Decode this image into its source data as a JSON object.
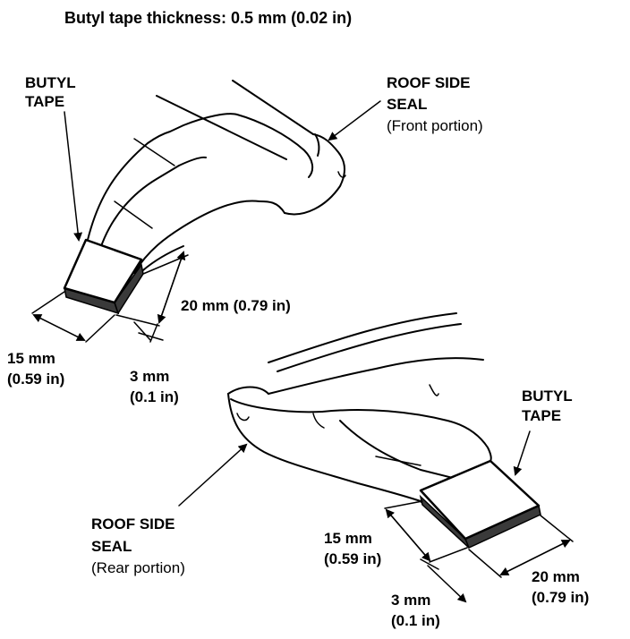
{
  "header": {
    "thickness_note": "Butyl tape thickness: 0.5 mm (0.02 in)"
  },
  "front": {
    "tape_label": [
      "BUTYL",
      "TAPE"
    ],
    "seal_label": [
      "ROOF SIDE",
      "SEAL"
    ],
    "seal_portion": "(Front portion)",
    "dim_length": "20 mm (0.79 in)",
    "dim_width": [
      "15 mm",
      "(0.59 in)"
    ],
    "dim_offset": [
      "3 mm",
      "(0.1 in)"
    ]
  },
  "rear": {
    "tape_label": [
      "BUTYL",
      "TAPE"
    ],
    "seal_label": [
      "ROOF SIDE",
      "SEAL"
    ],
    "seal_portion": "(Rear portion)",
    "dim_width": [
      "15 mm",
      "(0.59 in)"
    ],
    "dim_length": [
      "20 mm",
      "(0.79 in)"
    ],
    "dim_offset": [
      "3 mm",
      "(0.1 in)"
    ]
  },
  "colors": {
    "ink": "#000000",
    "tape_edge": "#3a3a3a",
    "background": "#ffffff"
  }
}
